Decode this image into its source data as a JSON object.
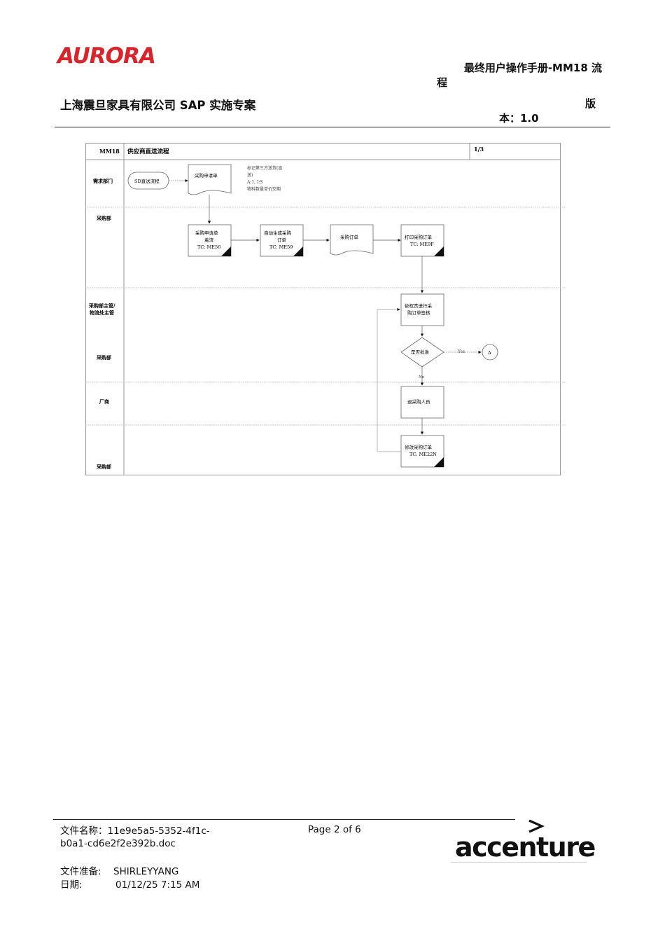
{
  "header": {
    "logo_text": "AURORA",
    "logo_color": "#d8242a",
    "doc_title_line1": "最终用户操作手册-MM18 流",
    "doc_title_line2": "程",
    "company": "上海震旦家具有限公司 SAP 实施专案",
    "version_line1": "版",
    "version_line2": "本：1.0"
  },
  "flowchart": {
    "code": "MM18",
    "title": "供应商直送流程",
    "page": "1/3",
    "lanes": [
      "需求部门",
      "采购部",
      "采购部主管/",
      "物流处主管",
      "采购部",
      "厂商",
      "采购部"
    ],
    "nodes": {
      "sd_flow": "SD直送流程",
      "pr": "采购申请单",
      "note_line1": "标记第三方送货(直",
      "note_line2": "送)",
      "note_line3": "A:1, I:S",
      "note_line4": "物料数量单价交期",
      "pr_release_1": "采购申请单",
      "pr_release_2": "着流",
      "pr_release_3": "TC: ME56",
      "auto_po_1": "自动生成采购",
      "auto_po_2": "订单",
      "auto_po_3": "TC: ME59",
      "po": "采购订单",
      "print_po_1": "打印采购订单",
      "print_po_2": "TC: ME9F",
      "approve_1": "依权责进行采",
      "approve_2": "购订单签核",
      "decision": "是否批准",
      "yes": "Yes",
      "no": "No",
      "connector": "A",
      "return": "退采购人员",
      "modify_1": "修改采购订单",
      "modify_2": "TC: ME22N"
    }
  },
  "footer": {
    "filename_label": "文件名称：",
    "filename_line1": "11e9e5a5-5352-4f1c-",
    "filename_line2": "b0a1-cd6e2f2e392b.doc",
    "page": "Page 2 of 6",
    "prepared_label": "文件准备:",
    "prepared_value": "SHIRLEYYANG",
    "date_label": "日期:",
    "date_value": "01/12/25 7:15 AM",
    "brand": "accenture"
  }
}
